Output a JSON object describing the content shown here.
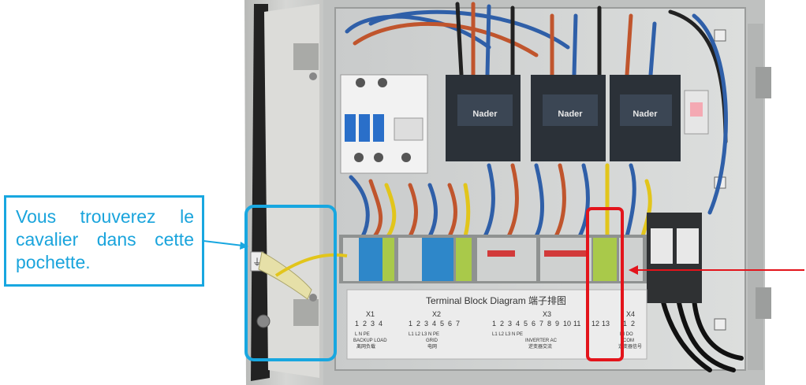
{
  "callout": {
    "text": "Vous trouverez le cavalier dans cette pochette."
  },
  "diagram": {
    "title": "Terminal Block Diagram 端子排图",
    "groups": [
      {
        "name": "X1",
        "numbers": [
          "1",
          "2",
          "3",
          "4"
        ],
        "labels": "L    N        PE",
        "sublabel": "BACKUP LOAD",
        "cn": "离网负载"
      },
      {
        "name": "X2",
        "numbers": [
          "1",
          "2",
          "3",
          "4",
          "5",
          "6",
          "7"
        ],
        "labels": "L1   L2   L3   N       PE",
        "sublabel": "GRID",
        "cn": "电网"
      },
      {
        "name": "X3",
        "numbers": [
          "1",
          "2",
          "3",
          "4",
          "5",
          "6",
          "7",
          "8",
          "9",
          "10",
          "11",
          "12",
          "13"
        ],
        "labels": "L1       L2       L3       N              PE",
        "sublabel": "INVERTER AC",
        "cn": "逆变器交流"
      },
      {
        "name": "X4",
        "numbers": [
          "1",
          "2"
        ],
        "labels": "DI   DO",
        "sublabel": "COM",
        "cn": "逆变器信号"
      }
    ]
  },
  "brand": {
    "label": "Nader"
  },
  "colors": {
    "callout_border": "#18a7e0",
    "callout_text": "#1aa4dc",
    "highlight_red": "#e3141b"
  }
}
